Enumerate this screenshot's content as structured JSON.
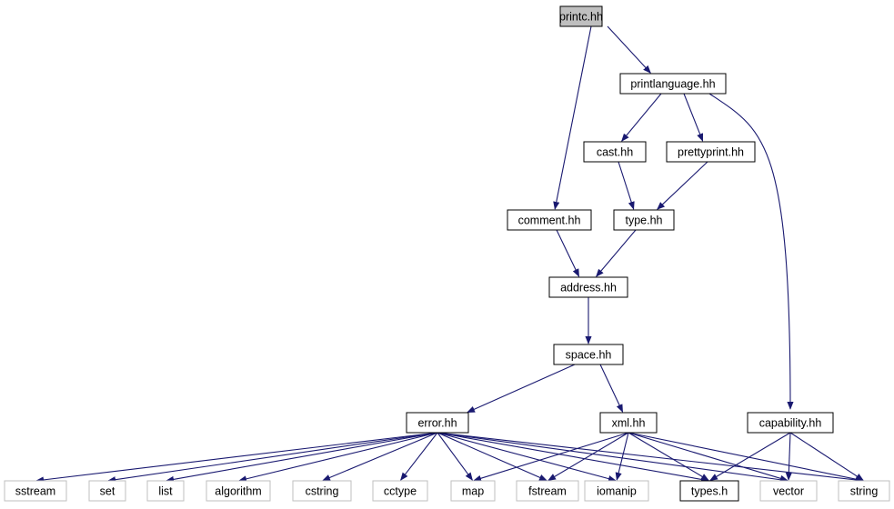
{
  "nodes": [
    {
      "id": "printc",
      "label": "printc.hh",
      "kind": "root"
    },
    {
      "id": "printlanguage",
      "label": "printlanguage.hh",
      "kind": "file"
    },
    {
      "id": "cast",
      "label": "cast.hh",
      "kind": "file"
    },
    {
      "id": "prettyprint",
      "label": "prettyprint.hh",
      "kind": "file"
    },
    {
      "id": "comment",
      "label": "comment.hh",
      "kind": "file"
    },
    {
      "id": "type",
      "label": "type.hh",
      "kind": "file"
    },
    {
      "id": "address",
      "label": "address.hh",
      "kind": "file"
    },
    {
      "id": "space",
      "label": "space.hh",
      "kind": "file"
    },
    {
      "id": "error",
      "label": "error.hh",
      "kind": "file"
    },
    {
      "id": "xml",
      "label": "xml.hh",
      "kind": "file"
    },
    {
      "id": "capability",
      "label": "capability.hh",
      "kind": "file"
    },
    {
      "id": "sstream",
      "label": "sstream",
      "kind": "external"
    },
    {
      "id": "set",
      "label": "set",
      "kind": "external"
    },
    {
      "id": "list",
      "label": "list",
      "kind": "external"
    },
    {
      "id": "algorithm",
      "label": "algorithm",
      "kind": "external"
    },
    {
      "id": "cstring",
      "label": "cstring",
      "kind": "external"
    },
    {
      "id": "cctype",
      "label": "cctype",
      "kind": "external"
    },
    {
      "id": "map",
      "label": "map",
      "kind": "external"
    },
    {
      "id": "fstream",
      "label": "fstream",
      "kind": "external"
    },
    {
      "id": "iomanip",
      "label": "iomanip",
      "kind": "external"
    },
    {
      "id": "types",
      "label": "types.h",
      "kind": "file"
    },
    {
      "id": "vector",
      "label": "vector",
      "kind": "external"
    },
    {
      "id": "string",
      "label": "string",
      "kind": "external"
    }
  ],
  "edges": [
    [
      "printc",
      "printlanguage"
    ],
    [
      "printc",
      "comment"
    ],
    [
      "printlanguage",
      "cast"
    ],
    [
      "printlanguage",
      "prettyprint"
    ],
    [
      "printlanguage",
      "capability"
    ],
    [
      "cast",
      "type"
    ],
    [
      "prettyprint",
      "type"
    ],
    [
      "comment",
      "address"
    ],
    [
      "type",
      "address"
    ],
    [
      "address",
      "space"
    ],
    [
      "space",
      "error"
    ],
    [
      "space",
      "xml"
    ],
    [
      "error",
      "sstream"
    ],
    [
      "error",
      "set"
    ],
    [
      "error",
      "list"
    ],
    [
      "error",
      "algorithm"
    ],
    [
      "error",
      "cstring"
    ],
    [
      "error",
      "cctype"
    ],
    [
      "error",
      "map"
    ],
    [
      "error",
      "fstream"
    ],
    [
      "error",
      "iomanip"
    ],
    [
      "error",
      "types"
    ],
    [
      "error",
      "vector"
    ],
    [
      "error",
      "string"
    ],
    [
      "xml",
      "map"
    ],
    [
      "xml",
      "fstream"
    ],
    [
      "xml",
      "iomanip"
    ],
    [
      "xml",
      "types"
    ],
    [
      "xml",
      "vector"
    ],
    [
      "xml",
      "string"
    ],
    [
      "capability",
      "types"
    ],
    [
      "capability",
      "vector"
    ],
    [
      "capability",
      "string"
    ]
  ],
  "colors": {
    "edge": "#191970",
    "root_fill": "#bfbfbf",
    "file_border": "#000000",
    "external_border": "#bfbfbf",
    "node_fill": "#ffffff"
  }
}
